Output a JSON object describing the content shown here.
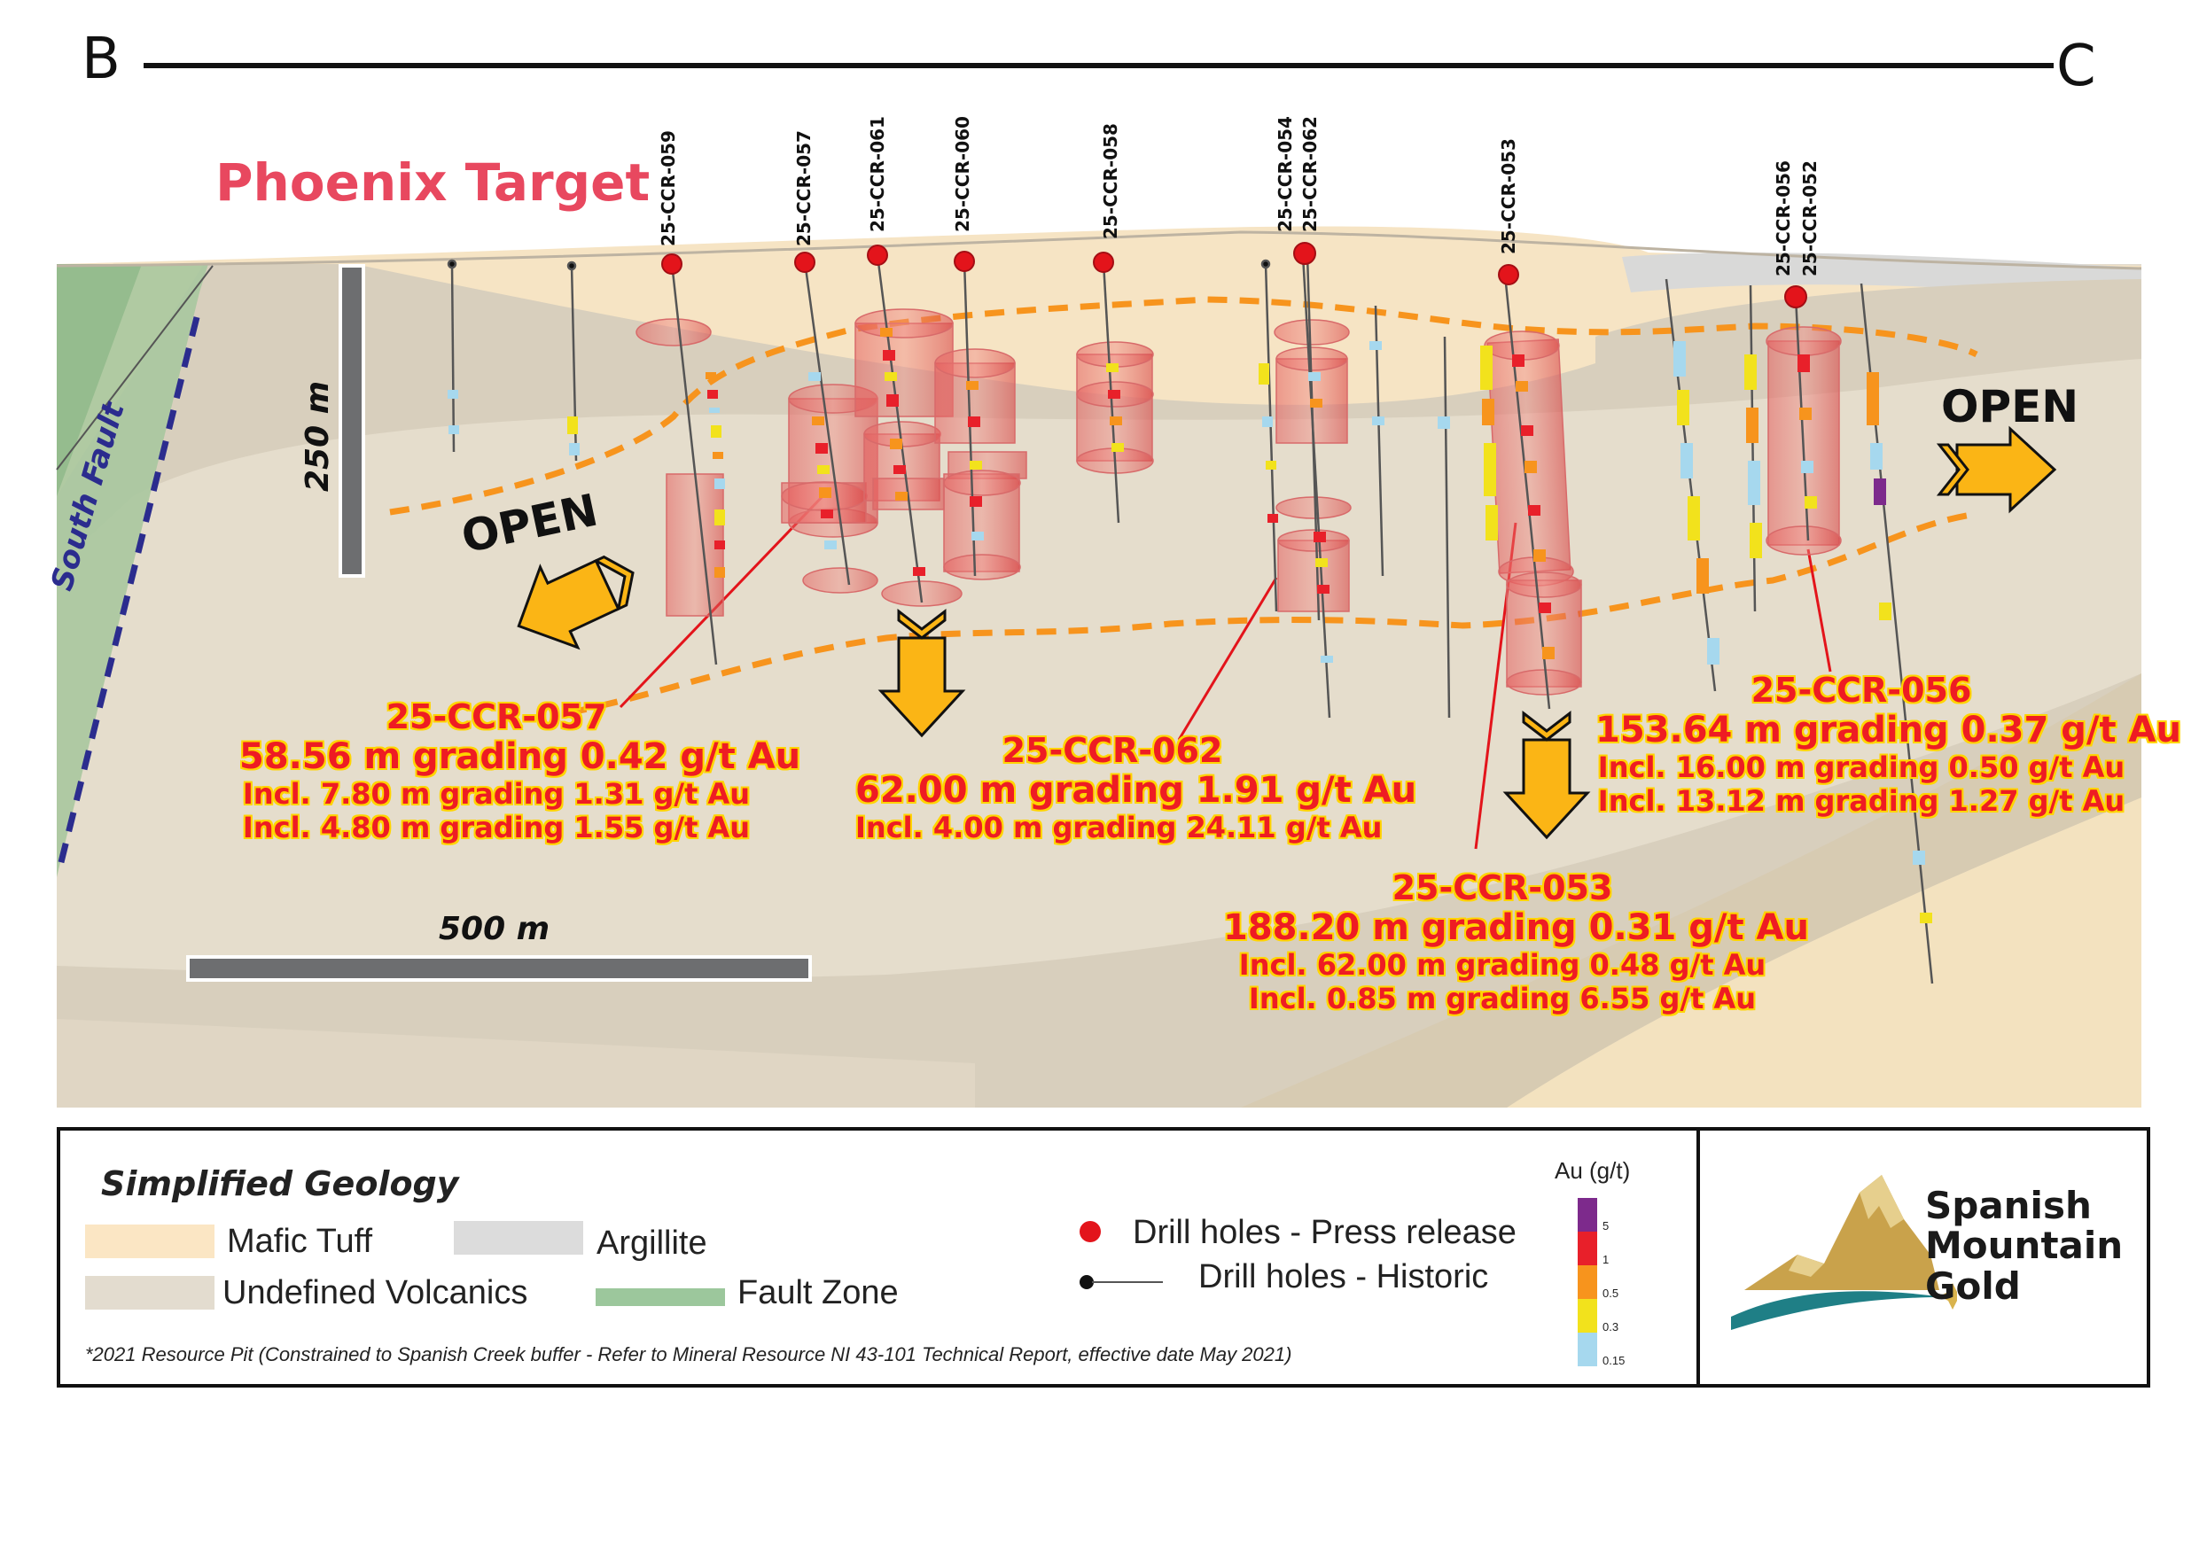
{
  "section": {
    "start_label": "B",
    "end_label": "C"
  },
  "title": "Phoenix Target",
  "drill_holes": [
    {
      "id": "25-CCR-059"
    },
    {
      "id": "25-CCR-057"
    },
    {
      "id": "25-CCR-061"
    },
    {
      "id": "25-CCR-060"
    },
    {
      "id": "25-CCR-058"
    },
    {
      "id": "25-CCR-054"
    },
    {
      "id": "25-CCR-062"
    },
    {
      "id": "25-CCR-053"
    },
    {
      "id": "25-CCR-056"
    },
    {
      "id": "25-CCR-052"
    }
  ],
  "fault_label": "South Fault",
  "open_labels": {
    "left": "OPEN",
    "right": "OPEN"
  },
  "scale_bars": {
    "vertical": "250 m",
    "horizontal": "500 m"
  },
  "annotations": [
    {
      "hole": "25-CCR-057",
      "main": "58.56 m grading 0.42 g/t Au",
      "incl": [
        "Incl.  7.80 m grading 1.31 g/t Au",
        "Incl.  4.80 m grading 1.55 g/t Au"
      ]
    },
    {
      "hole": "25-CCR-062",
      "main": "62.00 m grading 1.91 g/t Au",
      "incl": [
        "Incl.  4.00 m grading 24.11 g/t Au"
      ]
    },
    {
      "hole": "25-CCR-053",
      "main": "188.20 m grading 0.31 g/t Au",
      "incl": [
        "Incl.  62.00 m grading 0.48 g/t Au",
        "Incl.  0.85 m grading 6.55 g/t Au"
      ]
    },
    {
      "hole": "25-CCR-056",
      "main": "153.64 m grading 0.37 g/t Au",
      "incl": [
        "Incl.  16.00 m grading 0.50 g/t Au",
        "Incl.  13.12 m grading 1.27 g/t Au"
      ]
    }
  ],
  "legend": {
    "title": "Simplified Geology",
    "units": [
      {
        "label": "Mafic Tuff",
        "color": "#fbe6c4"
      },
      {
        "label": "Argillite",
        "color": "#dcdcdc"
      },
      {
        "label": "Undefined Volcanics",
        "color": "#e3dccf"
      },
      {
        "label": "Fault Zone",
        "color": "#9cc79c"
      }
    ],
    "symbols": [
      {
        "label": "Drill holes - Press release",
        "color": "#e3141b"
      },
      {
        "label": "Drill holes - Historic",
        "color": "#111111"
      }
    ],
    "footnote": "*2021 Resource Pit (Constrained to Spanish Creek buffer - Refer to Mineral Resource NI 43-101 Technical Report, effective date May 2021)",
    "colorbar": {
      "title": "Au (g/t)",
      "ticks": [
        "5",
        "1",
        "0.5",
        "0.3",
        "0.15"
      ],
      "colors": [
        "#7d2a8c",
        "#e8202a",
        "#f7941d",
        "#f2e21c",
        "#a6d8ee"
      ]
    }
  },
  "logo": {
    "line1": "Spanish",
    "line2": "Mountain",
    "line3": "Gold"
  },
  "colors": {
    "highlight_red": "#ee1c23",
    "highlight_yellow": "#ffd400",
    "envelope_orange": "#f7941d",
    "arrow_yellow": "#fbb515",
    "title_pink": "#e8485f"
  }
}
